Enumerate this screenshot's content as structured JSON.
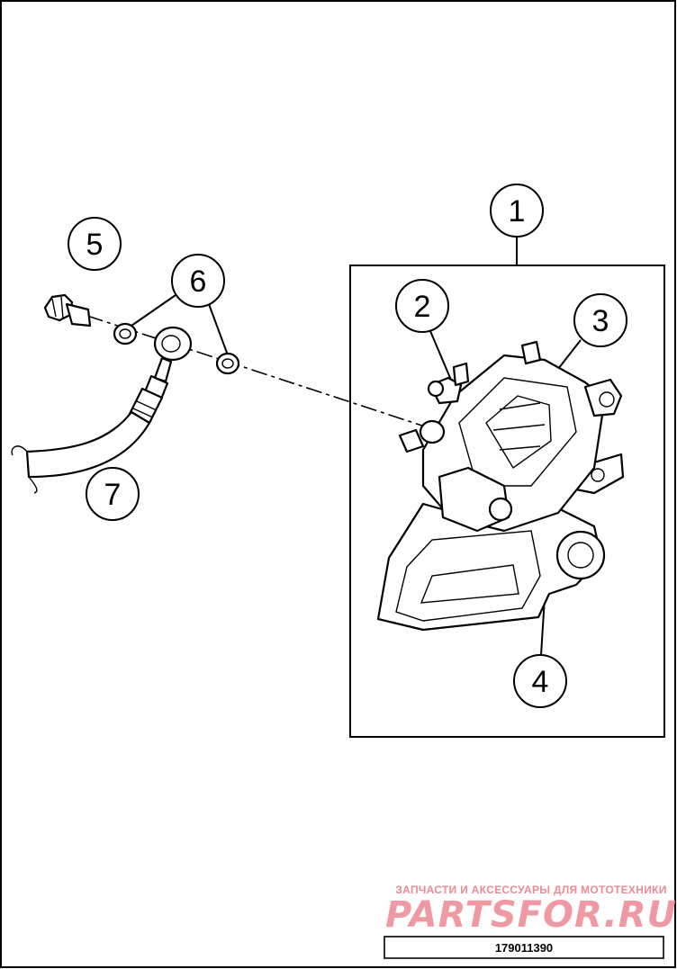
{
  "callouts": [
    {
      "label": "1"
    },
    {
      "label": "2"
    },
    {
      "label": "3"
    },
    {
      "label": "4"
    },
    {
      "label": "5"
    },
    {
      "label": "6"
    },
    {
      "label": "7"
    }
  ],
  "watermark": {
    "tagline": "ЗАПЧАСТИ И АКСЕССУАРЫ ДЛЯ МОТОТЕХНИКИ",
    "logo": "PARTSFOR.RU",
    "color": "#ef9aa3"
  },
  "drawing_number": "179011390"
}
